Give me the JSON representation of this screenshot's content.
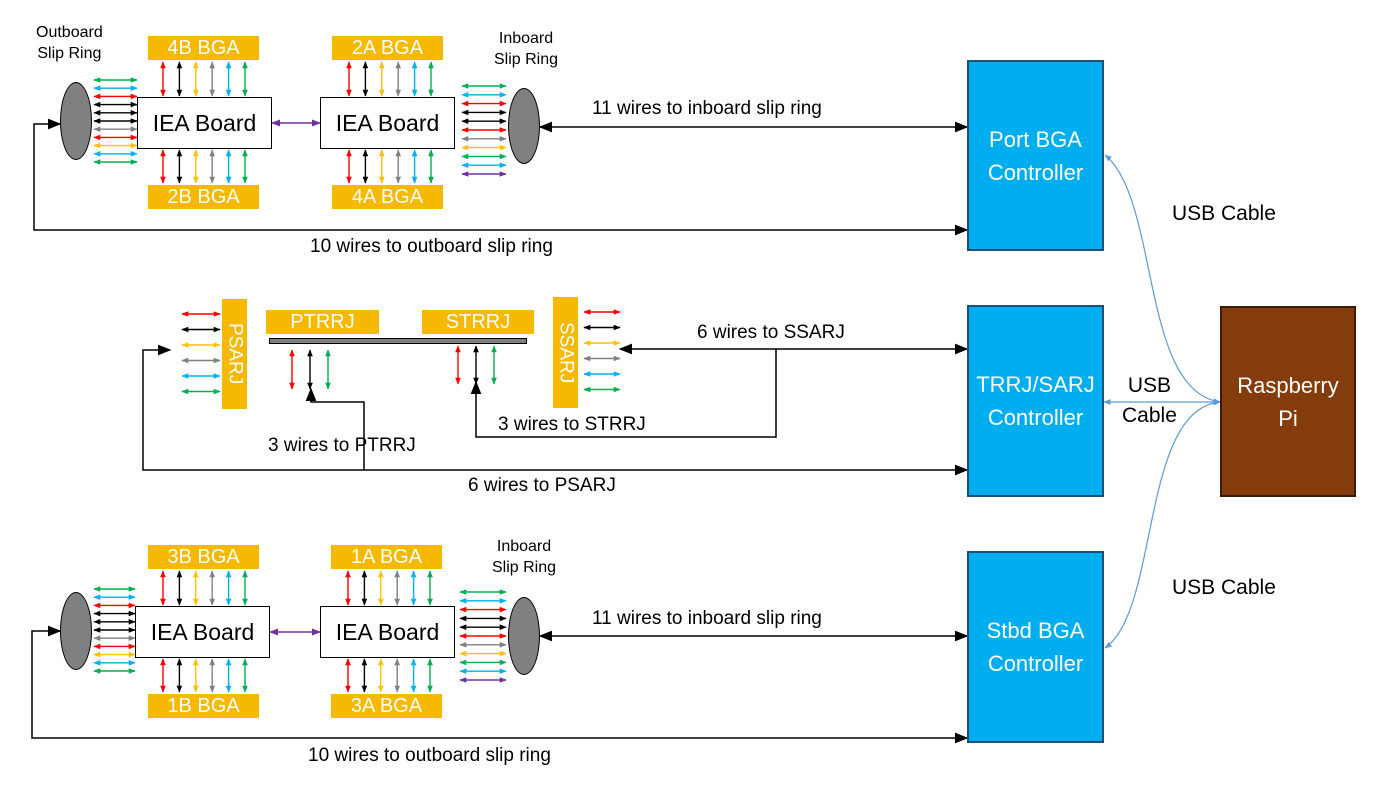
{
  "colors": {
    "bga": "#f6b800",
    "controller": "#00aeef",
    "pi": "#843c0c",
    "wire_red": "#ff0000",
    "wire_black": "#000000",
    "wire_orange": "#ffc000",
    "wire_gray": "#808080",
    "wire_blue": "#00b0f0",
    "wire_green": "#00b050",
    "wire_purple": "#7030a0",
    "usb_line": "#5b9bd5"
  },
  "top_section": {
    "outboard_label": "Outboard\nSlip Ring",
    "inboard_label": "Inboard\nSlip Ring",
    "bga_top_left": "4B BGA",
    "bga_bottom_left": "2B BGA",
    "bga_top_right": "2A BGA",
    "bga_bottom_right": "4A BGA",
    "iea_left": "IEA Board",
    "iea_right": "IEA Board",
    "inboard_wires": "11 wires to inboard slip ring",
    "outboard_wires": "10 wires to outboard slip ring"
  },
  "middle_section": {
    "psarj": "PSARJ",
    "ptrrj": "PTRRJ",
    "strrj": "STRRJ",
    "ssarj": "SSARJ",
    "ssarj_wires": "6 wires to SSARJ",
    "strrj_wires": "3 wires to STRRJ",
    "ptrrj_wires": "3 wires to PTRRJ",
    "psarj_wires": "6 wires to PSARJ"
  },
  "bottom_section": {
    "inboard_label": "Inboard\nSlip Ring",
    "bga_top_left": "3B BGA",
    "bga_bottom_left": "1B BGA",
    "bga_top_right": "1A BGA",
    "bga_bottom_right": "3A BGA",
    "iea_left": "IEA Board",
    "iea_right": "IEA Board",
    "inboard_wires": "11 wires to inboard slip ring",
    "outboard_wires": "10 wires to outboard slip ring"
  },
  "controllers": {
    "port_bga": "Port BGA\nController",
    "trrj_sarj": "TRRJ/SARJ\nController",
    "stbd_bga": "Stbd BGA\nController",
    "raspberry_pi": "Raspberry\nPi"
  },
  "usb": {
    "top": "USB Cable",
    "middle": "USB\nCable",
    "bottom": "USB Cable"
  }
}
